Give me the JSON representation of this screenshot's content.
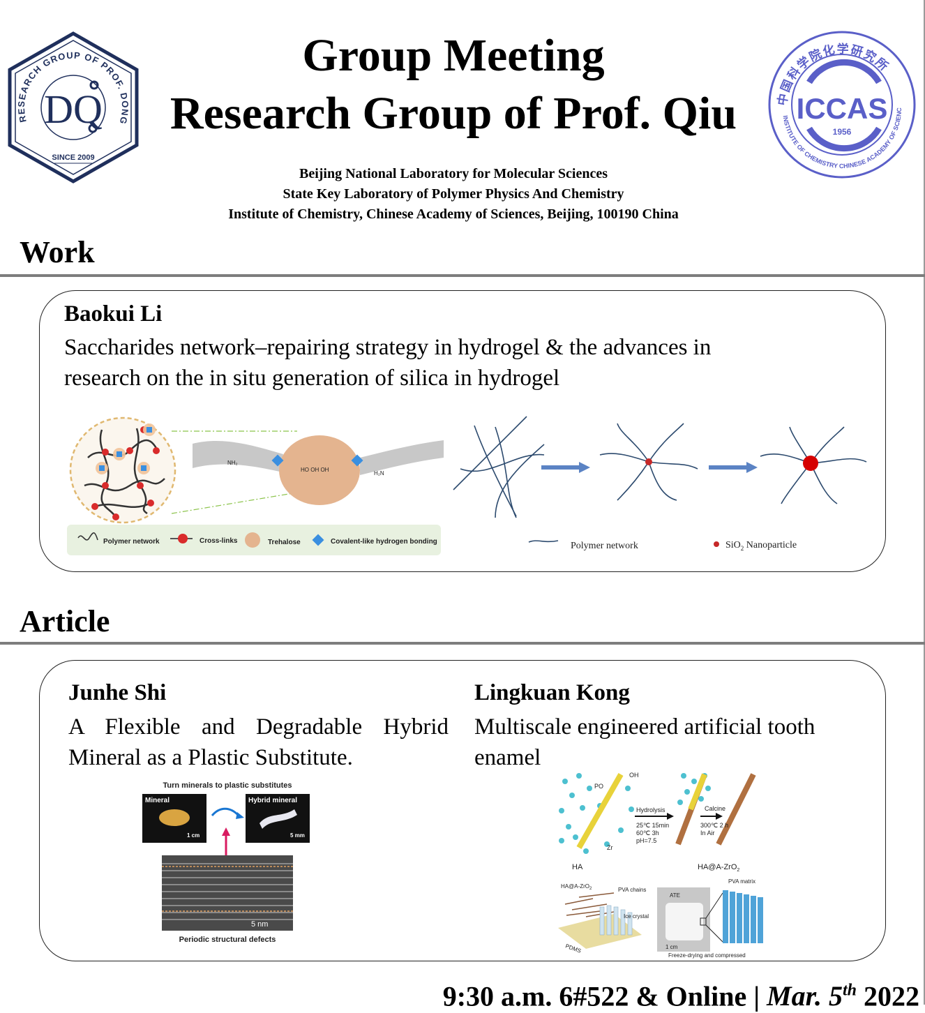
{
  "header": {
    "title_line1": "Group Meeting",
    "title_line2": "Research Group of Prof. Qiu",
    "affiliations": [
      "Beijing National Laboratory for Molecular Sciences",
      "State Key Laboratory of Polymer Physics And Chemistry",
      "Institute of Chemistry, Chinese Academy of Sciences, Beijing, 100190 China"
    ]
  },
  "left_logo": {
    "ring_text": "RESEARCH GROUP OF PROF. DONG QIU",
    "since": "SINCE 2009",
    "monogram": "DQ",
    "color": "#1f2f5c"
  },
  "right_logo": {
    "top_text": "中国科学院化学研究所",
    "bottom_text": "INSTITUTE OF CHEMISTRY  CHINESE ACADEMY OF SCIENCES",
    "abbr": "ICCAS",
    "year": "1956",
    "color": "#5a5fc8"
  },
  "work": {
    "section_title": "Work",
    "presenter": "Baokui Li",
    "topic_line1": "Saccharides network–repairing strategy in hydrogel & the advances in",
    "topic_line2": "research on the in situ generation of silica in hydrogel",
    "figure_left_legend": [
      "Polymer network",
      "Cross-links",
      "Trehalose",
      "Covalent-like hydrogen bonding"
    ],
    "figure_right_legend": {
      "polymer": "Polymer network",
      "particle_main": "SiO",
      "particle_sub": "2",
      "particle_rest": " Nanoparticle"
    }
  },
  "article": {
    "section_title": "Article",
    "left": {
      "presenter": "Junhe Shi",
      "topic_line1": "A Flexible and Degradable Hybrid",
      "topic_line2": "Mineral as a Plastic Substitute.",
      "figure": {
        "title": "Turn minerals to plastic substitutes",
        "mineral": "Mineral",
        "hybrid": "Hybrid mineral",
        "scale1": "1 cm",
        "scale2": "5 mm",
        "scale3": "5 nm",
        "caption": "Periodic structural defects"
      }
    },
    "right": {
      "presenter": "Lingkuan Kong",
      "topic_line1": "Multiscale engineered artificial tooth",
      "topic_line2": "enamel",
      "figure": {
        "hydrolysis": "Hydrolysis",
        "cond1": "25℃ 15min",
        "cond2": "60℃ 3h",
        "cond3": "pH=7.5",
        "calcine": "Calcine",
        "calc1": "300℃ 2 h",
        "calc2": "In Air",
        "ha": "HA",
        "ha_zro": "HA@A-ZrO",
        "ha_zro_sub": "2",
        "pva_chains": "PVA chains",
        "ice_crystal": "Ice crystal",
        "pdms": "PDMS",
        "ate": "ATE",
        "one_cm": "1 cm",
        "pva_matrix": "PVA matrix",
        "freeze": "Freeze-drying and compressed",
        "po4": "PO",
        "oh": "OH",
        "zr": "Zr"
      }
    }
  },
  "footer": {
    "time_place": "9:30 a.m. 6#522 & Online | ",
    "month": "Mar.",
    "day": " 5",
    "day_sup": "th",
    "year": " 2022"
  }
}
